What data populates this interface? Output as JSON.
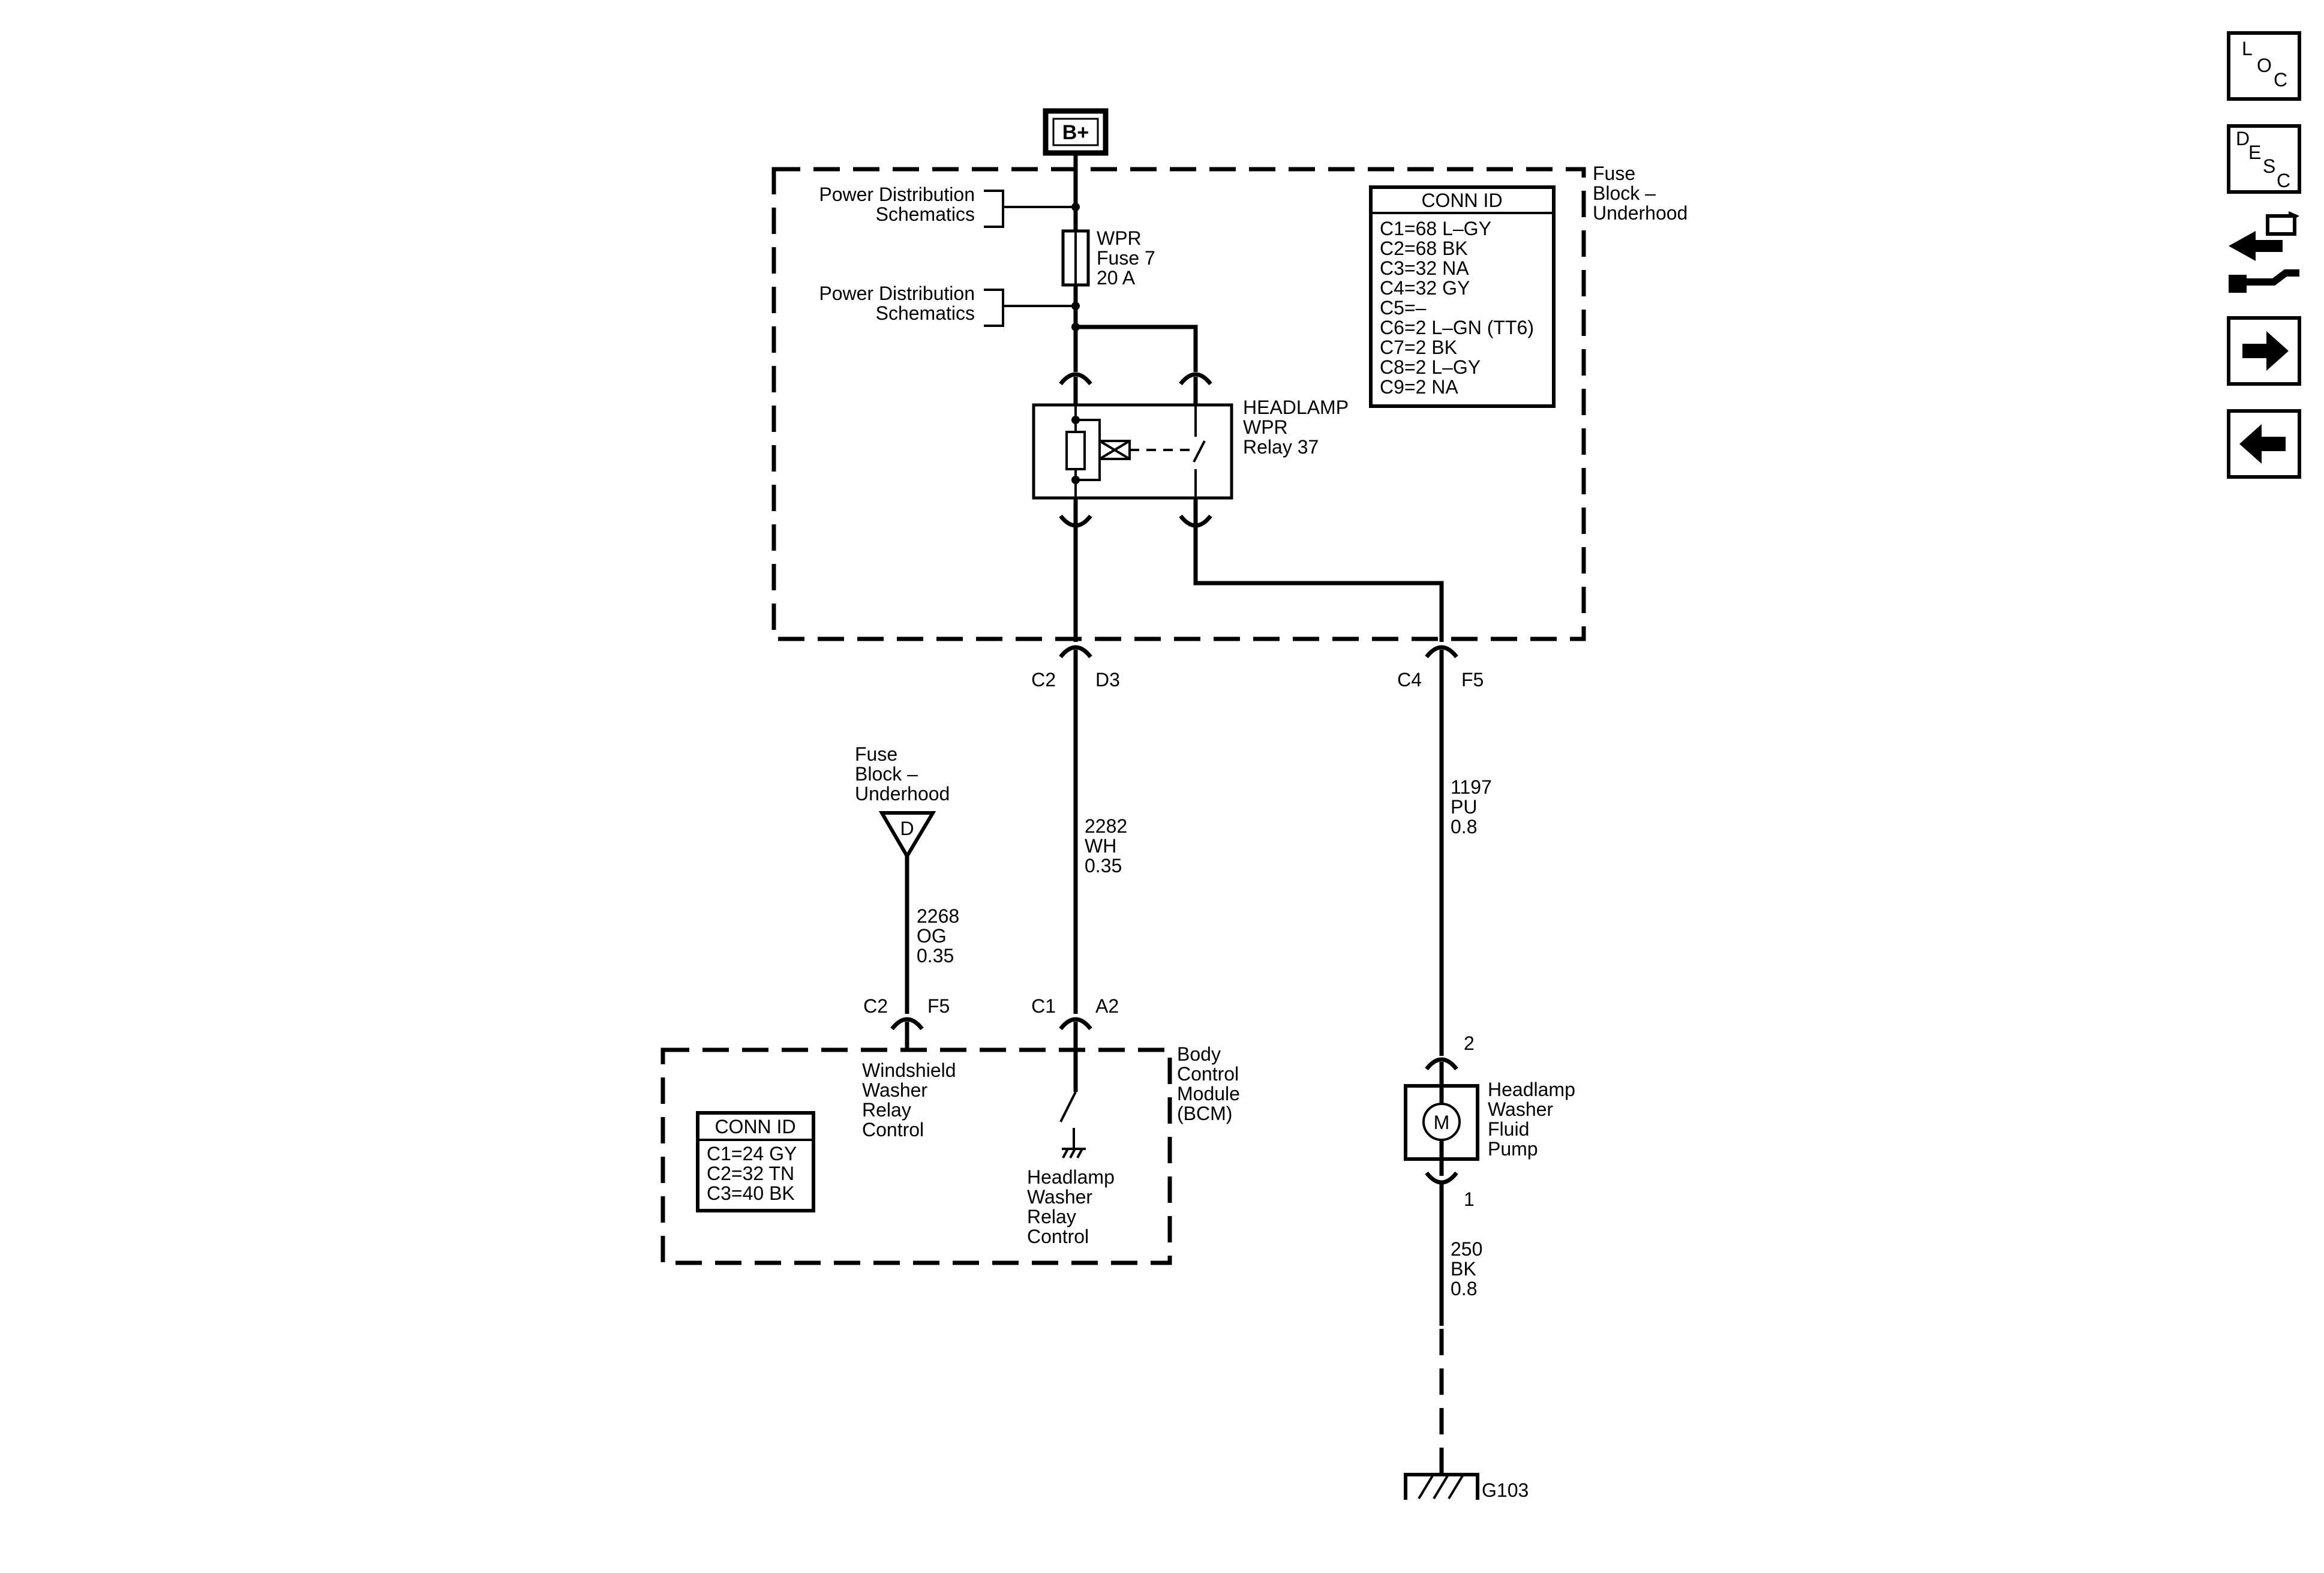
{
  "battery": {
    "label": "B+"
  },
  "fuse_block": {
    "title_lines": [
      "Fuse",
      "Block –",
      "Underhood"
    ],
    "power_dist_top": [
      "Power Distribution",
      "Schematics"
    ],
    "power_dist_bottom": [
      "Power Distribution",
      "Schematics"
    ],
    "fuse_lines": [
      "WPR",
      "Fuse 7",
      "20 A"
    ],
    "relay_lines": [
      "HEADLAMP",
      "WPR",
      "Relay 37"
    ],
    "conn_id": {
      "header": "CONN ID",
      "rows": [
        "C1=68 L–GY",
        "C2=68 BK",
        "C3=32 NA",
        "C4=32 GY",
        "C5=–",
        "C6=2 L–GN (TT6)",
        "C7=2 BK",
        "C8=2 L–GY",
        "C9=2 NA"
      ]
    },
    "connector_left": {
      "conn": "C2",
      "pin": "D3"
    },
    "connector_right": {
      "conn": "C4",
      "pin": "F5"
    }
  },
  "splice": {
    "title_lines": [
      "Fuse",
      "Block –",
      "Underhood"
    ],
    "letter": "D"
  },
  "wires": {
    "w2268": [
      "2268",
      "OG",
      "0.35"
    ],
    "w2282": [
      "2282",
      "WH",
      "0.35"
    ],
    "w1197": [
      "1197",
      "PU",
      "0.8"
    ],
    "w250": [
      "250",
      "BK",
      "0.8"
    ]
  },
  "bcm": {
    "title_lines": [
      "Body",
      "Control",
      "Module",
      "(BCM)"
    ],
    "connector_left": {
      "conn": "C2",
      "pin": "F5"
    },
    "connector_right": {
      "conn": "C1",
      "pin": "A2"
    },
    "washer_relay_lines": [
      "Windshield",
      "Washer",
      "Relay",
      "Control"
    ],
    "headlamp_relay_lines": [
      "Headlamp",
      "Washer",
      "Relay",
      "Control"
    ],
    "conn_id": {
      "header": "CONN ID",
      "rows": [
        "C1=24 GY",
        "C2=32 TN",
        "C3=40 BK"
      ]
    }
  },
  "pump": {
    "title_lines": [
      "Headlamp",
      "Washer",
      "Fluid",
      "Pump"
    ],
    "symbol": "M",
    "pin_top": "2",
    "pin_bottom": "1"
  },
  "ground": {
    "label": "G103"
  },
  "nav": {
    "loc": [
      "L",
      "O",
      "C"
    ],
    "desc": [
      "D",
      "E",
      "S",
      "C"
    ]
  }
}
